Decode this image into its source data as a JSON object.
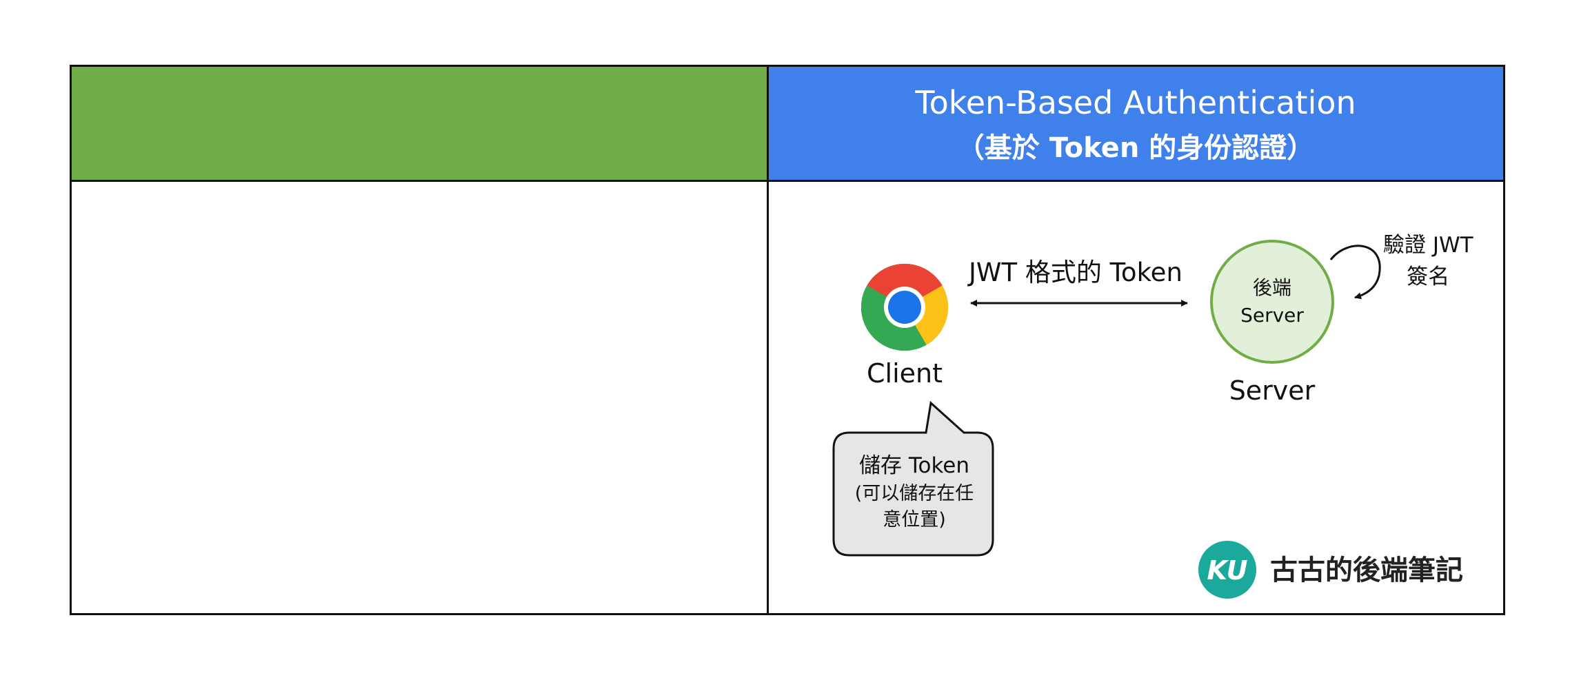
{
  "header": {
    "title": "Token-Based Authentication",
    "subtitle": "（基於 Token 的身份認證）"
  },
  "diagram": {
    "client_label": "Client",
    "server_label": "Server",
    "server_node_text": "後端\nServer",
    "arrow_label": "JWT 格式的 Token",
    "verify_label": "驗證 JWT\n簽名",
    "bubble_main": "儲存 Token",
    "bubble_sub": "(可以儲存在任\n意位置)"
  },
  "brand": {
    "logo_text": "KU",
    "name": "古古的後端筆記"
  },
  "colors": {
    "left_header": "#70ad47",
    "right_header": "#3f80ea",
    "server_fill": "#e2efd9",
    "server_stroke": "#70ad47",
    "bubble_fill": "#e6e6e6",
    "logo": "#1aa99a"
  },
  "icons": {
    "client": "chrome-browser-icon"
  }
}
